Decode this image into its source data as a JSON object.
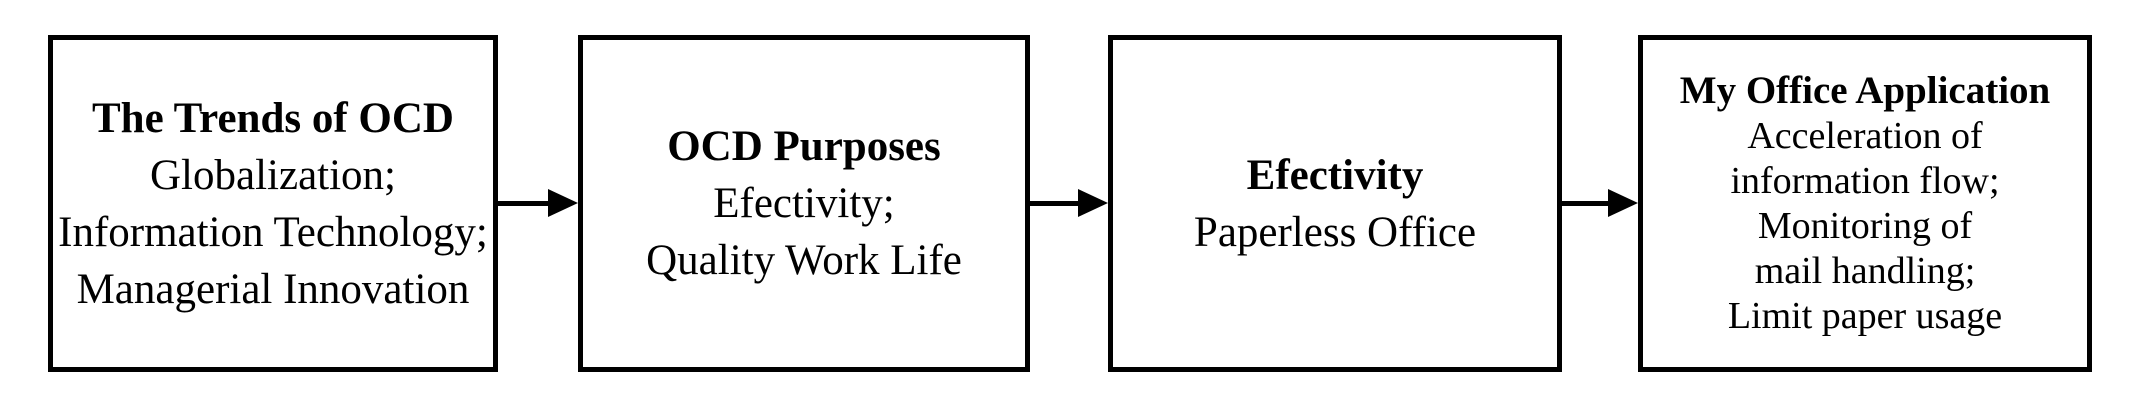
{
  "diagram": {
    "type": "flowchart",
    "direction": "left-to-right",
    "colors": {
      "background": "#ffffff",
      "border": "#000000",
      "text": "#000000",
      "arrow": "#000000"
    },
    "boxes": [
      {
        "title": "The Trends of OCD",
        "lines": [
          "Globalization;",
          "Information Technology;",
          "Managerial Innovation"
        ]
      },
      {
        "title": "OCD Purposes",
        "lines": [
          "Efectivity;",
          "Quality Work Life"
        ]
      },
      {
        "title": "Efectivity",
        "lines": [
          "Paperless Office"
        ]
      },
      {
        "title": "My Office Application",
        "lines": [
          "Acceleration of",
          "information flow;",
          "Monitoring of",
          "mail handling;",
          "Limit paper usage"
        ]
      }
    ],
    "connectors": [
      {
        "from": "The Trends of OCD",
        "to": "OCD Purposes",
        "style": "arrow-right"
      },
      {
        "from": "OCD Purposes",
        "to": "Efectivity",
        "style": "arrow-right"
      },
      {
        "from": "Efectivity",
        "to": "My Office Application",
        "style": "arrow-right"
      }
    ]
  }
}
